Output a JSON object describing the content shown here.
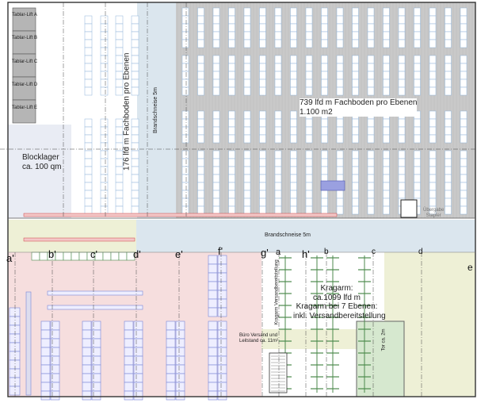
{
  "tablar_lifts": [
    "Tablar-Lift A",
    "Tablar-Lift B",
    "Tablar-Lift C",
    "Tablar-Lift D",
    "Tablar-Lift E"
  ],
  "zones": {
    "fachboden_left": "176 lfd m Fachboden pro Ebenen",
    "blocklager": [
      "Blocklager",
      "ca. 100 qm"
    ],
    "brandschneise_vertical": "Brandschneise 5m",
    "brandschneise_horizontal": "Brandschneise 5m",
    "fachboden_main": [
      "739 lfd m Fachboden pro Ebenen",
      "1.100 m2"
    ],
    "uebergabe": [
      "Übergabe",
      "Stapler"
    ],
    "kragarm": [
      "Kragarm:",
      "ca.1099 lfd m",
      "Kragarm bei 7 Ebenen:",
      "inkl. Versandbereitstellung"
    ],
    "kragarm_versand": "Kragarm Versandbereitstellung",
    "buero": [
      "Büro Versand und",
      "Leitstand ca. 11m²"
    ],
    "tor": "Tor ca. 2m"
  },
  "grid_axes": [
    "a'",
    "b'",
    "c'",
    "d'",
    "e'",
    "f'",
    "g'",
    "a",
    "h'",
    "b",
    "c",
    "d",
    "e"
  ],
  "colors": {
    "gray_zone": "#c9c9c9",
    "firelane": "#dbe6ee",
    "pink_zone": "#f6dede",
    "yellow_zone": "#eef0d6",
    "rack": "#7a86d6",
    "green": "#4c8a4c"
  }
}
